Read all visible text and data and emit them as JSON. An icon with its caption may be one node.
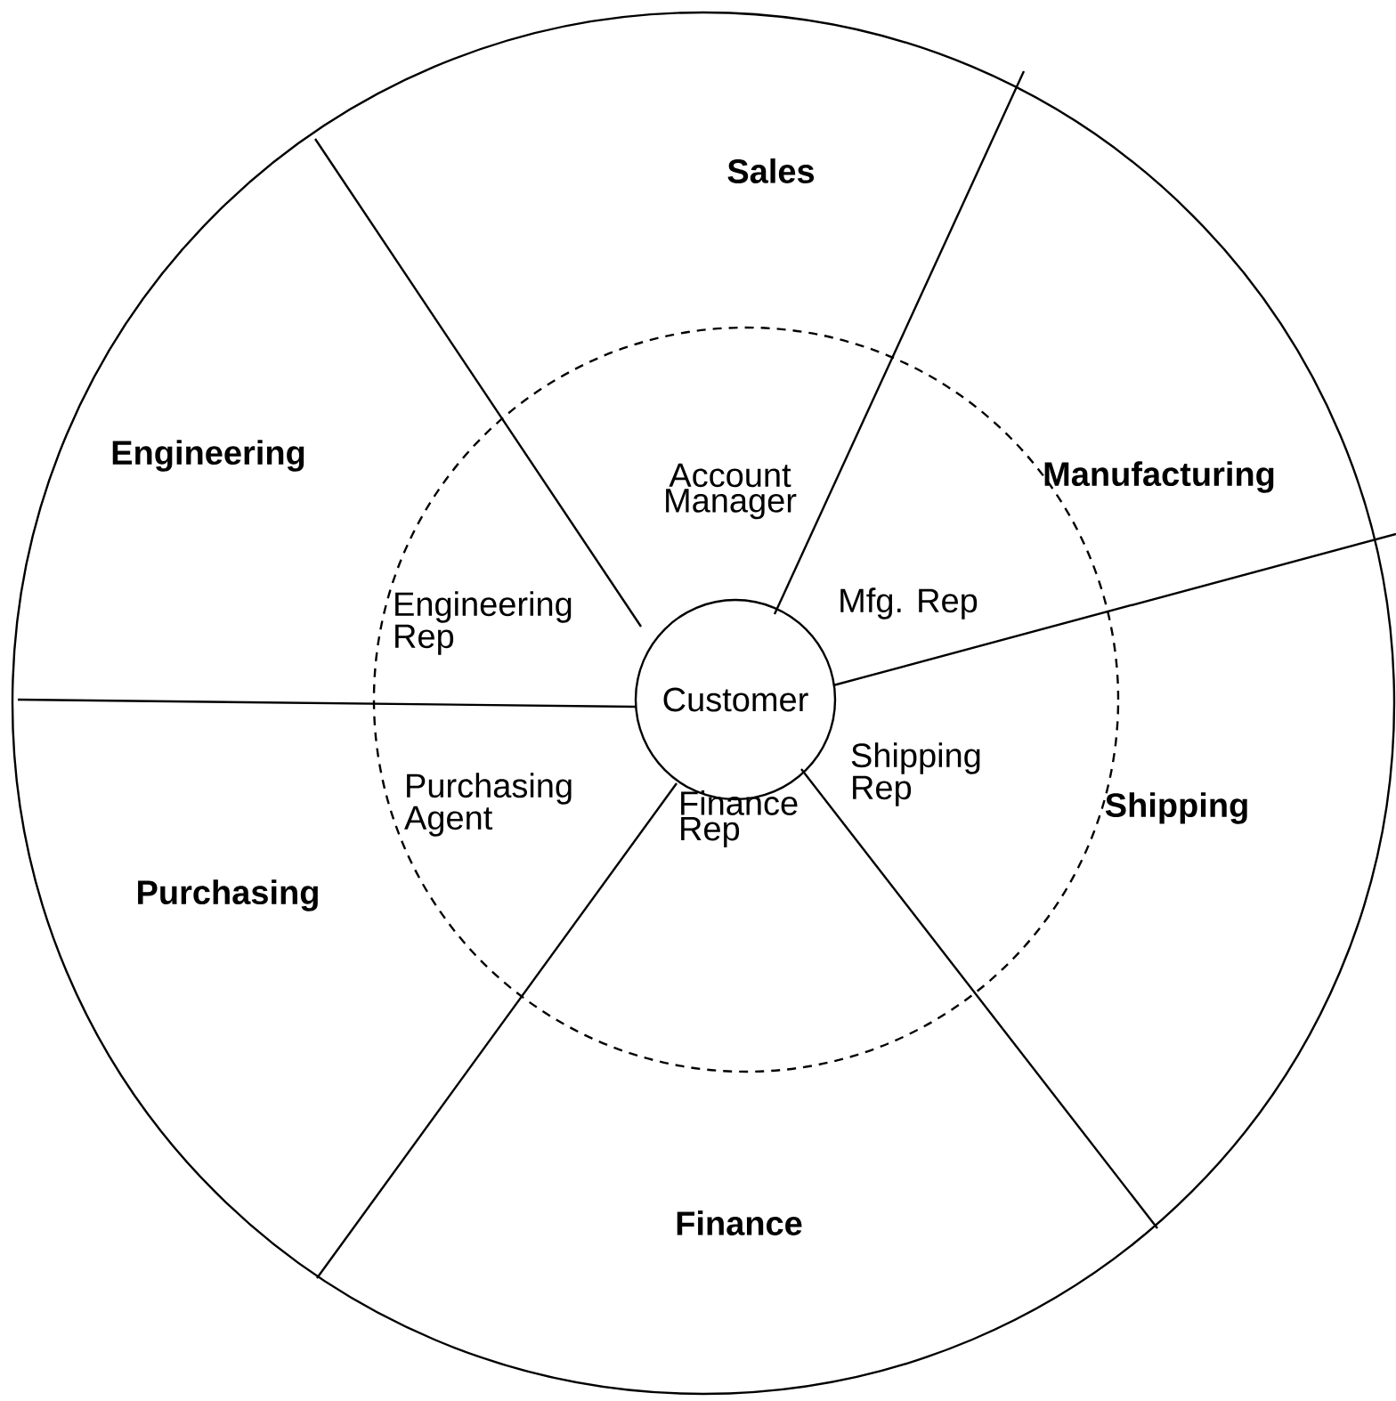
{
  "diagram": {
    "nodes": [
      {
        "text": [],
        "shape": "circle"
      },
      {
        "text": [],
        "shape": "circle",
        "in": 0
      },
      {
        "text": [
          "Customer"
        ],
        "in": 1
      }
    ],
    "labels": [
      "Sales",
      "Engineering",
      "Account Manager",
      "Manufacturing",
      "Engineering Rep",
      "Mfg. Rep",
      "Purchasing Agent",
      "Shipping Rep",
      "Finance Rep",
      "Shipping",
      "Purchasing",
      "Finance"
    ]
  }
}
